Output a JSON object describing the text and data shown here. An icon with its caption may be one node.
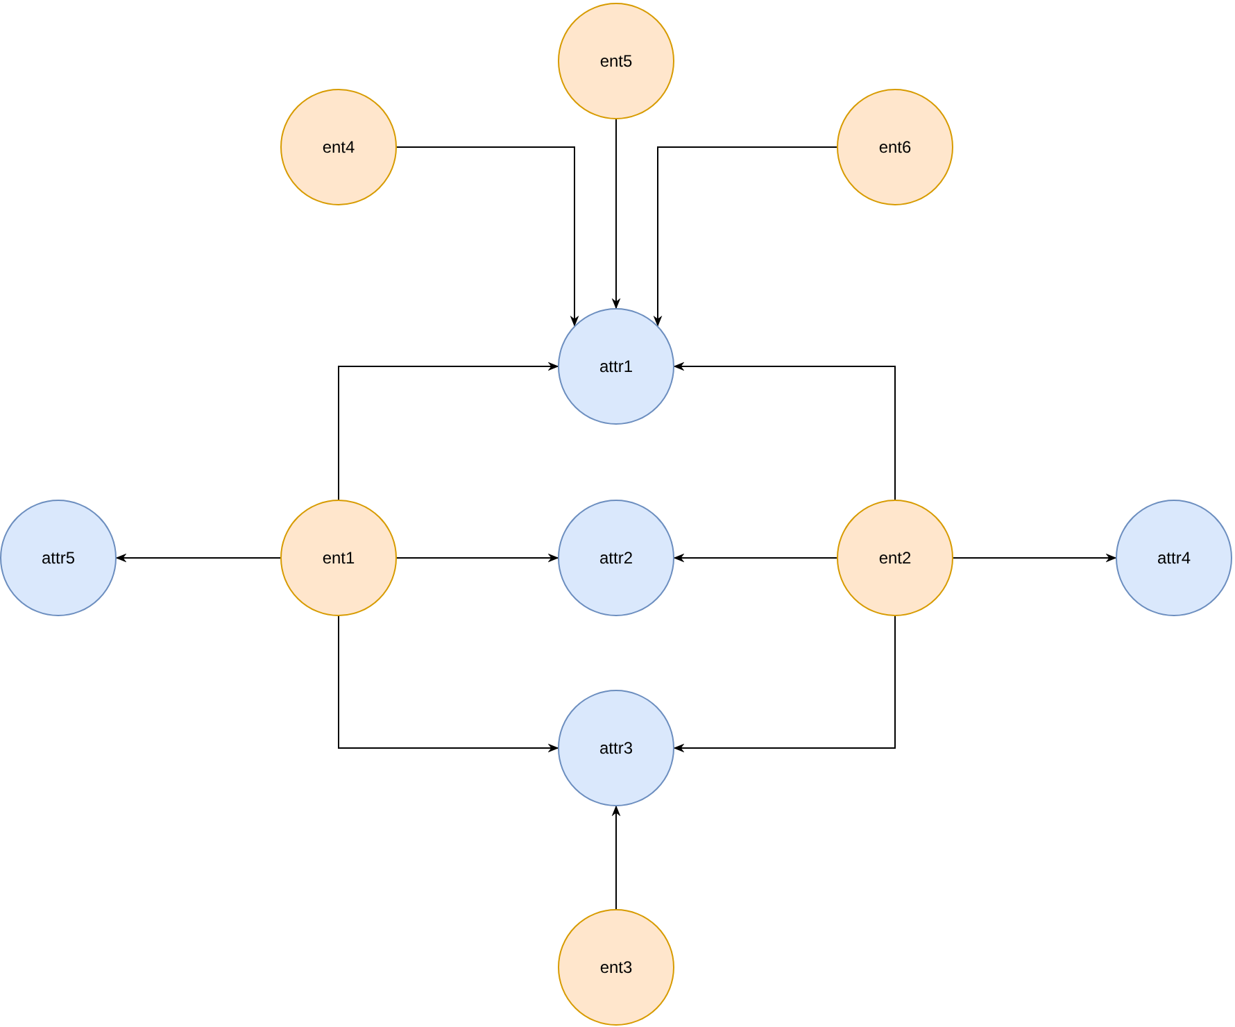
{
  "diagram": {
    "nodes": [
      {
        "text": [
          "ent5"
        ]
      },
      {
        "text": [
          "ent4"
        ]
      },
      {
        "text": [
          "ent6"
        ]
      },
      {
        "text": [
          "attr1"
        ]
      },
      {
        "text": [
          "attr5"
        ]
      },
      {
        "text": [
          "ent1"
        ]
      },
      {
        "text": [
          "attr2"
        ]
      },
      {
        "text": [
          "ent2"
        ]
      },
      {
        "text": [
          "attr4"
        ]
      },
      {
        "text": [
          "attr3"
        ]
      },
      {
        "text": [
          "ent3"
        ]
      }
    ],
    "edges": [
      {
        "from": 1,
        "to": 3,
        "arrow": "to"
      },
      {
        "from": 0,
        "to": 3,
        "arrow": "to"
      },
      {
        "from": 2,
        "to": 3,
        "arrow": "to"
      },
      {
        "from": 5,
        "to": 3,
        "arrow": "to"
      },
      {
        "from": 7,
        "to": 3,
        "arrow": "to"
      },
      {
        "from": 5,
        "to": 4,
        "arrow": "to"
      },
      {
        "from": 5,
        "to": 6,
        "arrow": "to"
      },
      {
        "from": 7,
        "to": 6,
        "arrow": "to"
      },
      {
        "from": 7,
        "to": 8,
        "arrow": "to"
      },
      {
        "from": 5,
        "to": 9,
        "arrow": "to"
      },
      {
        "from": 7,
        "to": 9,
        "arrow": "to"
      },
      {
        "from": 10,
        "to": 9,
        "arrow": "to"
      }
    ]
  }
}
